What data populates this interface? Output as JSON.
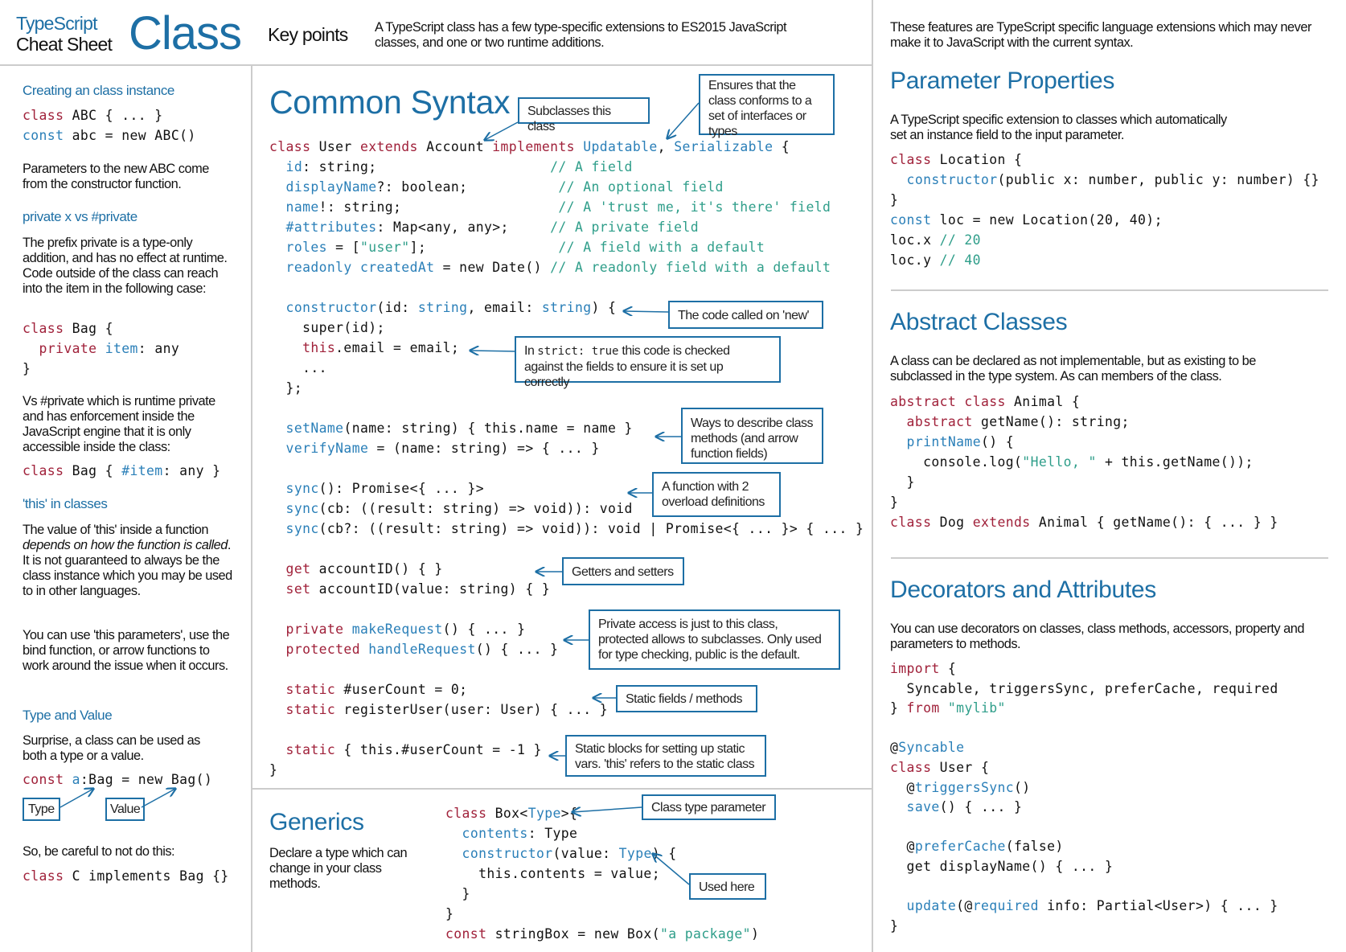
{
  "header": {
    "brand_line1": "TypeScript",
    "brand_line2": "Cheat Sheet",
    "title": "Class",
    "key_points_label": "Key points",
    "key_points_text": "A TypeScript class has a few type-specific extensions to ES2015 JavaScript classes, and one or two runtime additions.",
    "right_intro": "These features are TypeScript specific language extensions which may never make it to JavaScript with the current syntax."
  },
  "left": {
    "creating_heading": "Creating an class instance",
    "params_note": "Parameters to the new ABC come from the constructor function.",
    "private_heading": "private x vs #private",
    "private_note": "The prefix private is a type-only addition, and has no effect at runtime. Code outside of the class can reach into the item in the following case:",
    "hash_note": "Vs #private which is runtime private and has enforcement inside the JavaScript engine that it is only accessible inside the class:",
    "this_heading": "'this' in classes",
    "this_note_a": "The value of 'this' inside a function ",
    "this_note_b": "depends on how the function is called",
    "this_note_c": ". It is not guaranteed to always be the class instance which you may be used to in other languages.",
    "this_params_note": "You can use 'this parameters', use the bind function, or arrow functions to work around the issue when it occurs.",
    "type_value_heading": "Type and Value",
    "type_value_note": "Surprise, a class can be used as both a type or a value.",
    "type_label": "Type",
    "value_label": "Value",
    "careful_note": "So, be careful to not do this:"
  },
  "middle": {
    "common_syntax_heading": "Common Syntax",
    "generics_heading": "Generics",
    "generics_note": "Declare a type which can change in your class methods.",
    "callouts": {
      "subclasses": "Subclasses this class",
      "conforms": "Ensures that the class conforms to a set of interfaces or types",
      "new_called": "The code called on 'new'",
      "strict_a": "In ",
      "strict_b": "strict: true",
      "strict_c": " this code is checked against the fields to ensure it is set up correctly",
      "ways_methods": "Ways to describe class methods (and arrow function fields)",
      "overload": "A function with 2 overload definitions",
      "getters": "Getters and setters",
      "private_access": "Private access is just to this class, protected allows to subclasses. Only used for type checking, public is the default.",
      "static_fields": "Static fields / methods",
      "static_blocks": "Static blocks for setting up static vars. 'this' refers to the static class",
      "class_type_param": "Class type parameter",
      "used_here": "Used here"
    }
  },
  "right": {
    "param_props_heading": "Parameter Properties",
    "param_props_note": "A TypeScript specific extension to classes which automatically set an instance field to the input parameter.",
    "abstract_heading": "Abstract Classes",
    "abstract_note": "A class can be declared as not implementable, but as existing to be subclassed in the type system. As can members of the class.",
    "decorators_heading": "Decorators and Attributes",
    "decorators_note": "You can use decorators on classes, class methods, accessors, property and parameters to methods."
  },
  "colors": {
    "accent": "#1d6fa5",
    "keyword": "#a0213a",
    "comment": "#2f9e8a",
    "divider": "#cccccc"
  }
}
